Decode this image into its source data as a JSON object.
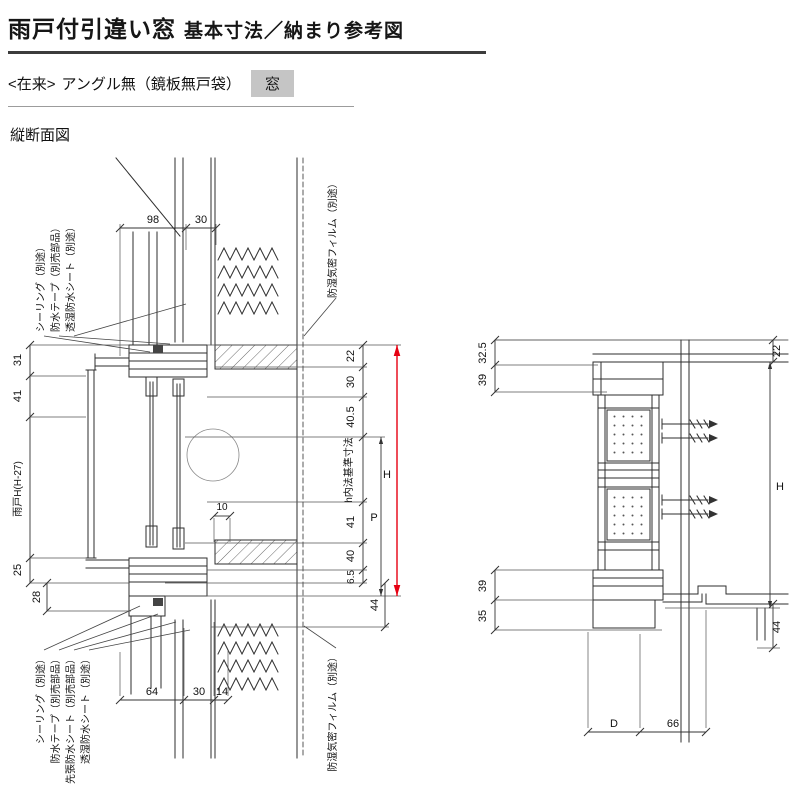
{
  "header": {
    "title_main": "雨戸付引違い窓",
    "title_sub": "基本寸法／納まり参考図",
    "subtitle_prefix": "<在来>",
    "subtitle_mid": "アングル無（鏡板無戸袋）",
    "subtitle_badge": "窓",
    "section_label": "縦断面図"
  },
  "left": {
    "top_labels": [
      "シーリング（別途）",
      "防水テープ（別売部品）",
      "透湿防水シート（別途）"
    ],
    "top_right_label": "防湿気密フィルム（別途）",
    "bottom_labels": [
      "シーリング（別途）",
      "防水テープ（別売部品）",
      "先張防水シート（別売部品）",
      "透湿防水シート（別途）"
    ],
    "bottom_right_label": "防湿気密フィルム（別途）",
    "dims": {
      "d98": "98",
      "d30_top": "30",
      "d31": "31",
      "d41_left": "41",
      "amado": "雨戸H(H-27)",
      "d25": "25",
      "d28": "28",
      "d22": "22",
      "d30_mid": "30",
      "d405": "40.5",
      "h_naiho": "h内法基準寸法",
      "d41_mid": "41",
      "dP": "P",
      "d40": "40",
      "d65": "6.5",
      "d44": "44",
      "dH": "H",
      "d10": "10",
      "d64": "64",
      "d30_bot": "30",
      "d14": "14"
    }
  },
  "right": {
    "dims": {
      "d325": "32.5",
      "d39_top": "39",
      "d22": "22",
      "dH": "H",
      "d39_bot": "39",
      "d35": "35",
      "d44": "44",
      "dD": "D",
      "d66": "66"
    }
  },
  "colors": {
    "accent_red": "#e60012",
    "badge_bg": "#c5c5c5",
    "line": "#2e2e2e"
  }
}
